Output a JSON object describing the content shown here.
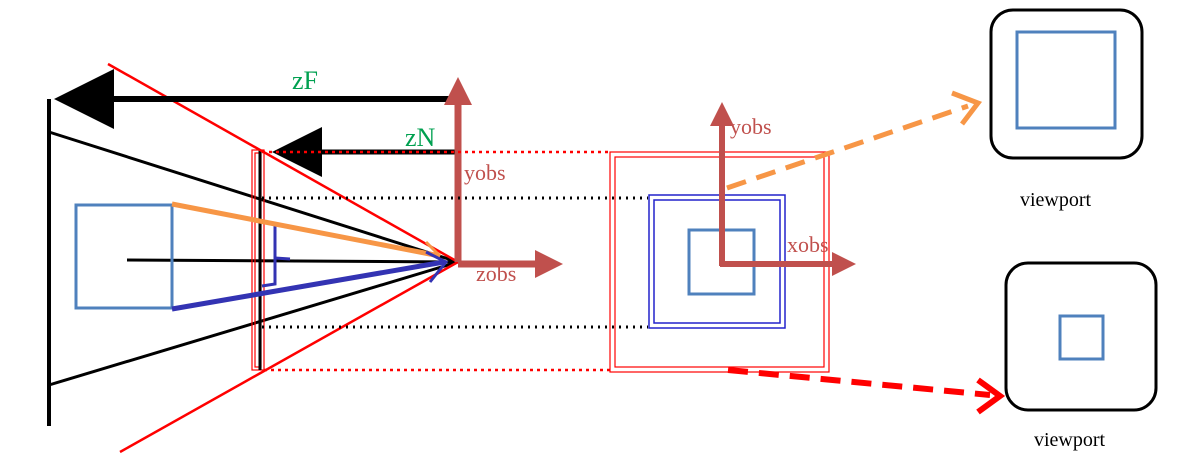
{
  "labels": {
    "far_plane": "zF",
    "near_plane": "zN",
    "y_axis_left": "yobs",
    "z_axis": "zobs",
    "y_axis_right": "yobs",
    "x_axis_right": "xobs",
    "viewport_top": "viewport",
    "viewport_bottom": "viewport"
  },
  "colors": {
    "axis": "#c0504d",
    "frustum_edge": "#ff0000",
    "object": "#4f81bd",
    "projection_blue": "#3333b3",
    "projection_orange": "#f79646",
    "depth_label": "#00a050",
    "black": "#000000"
  }
}
